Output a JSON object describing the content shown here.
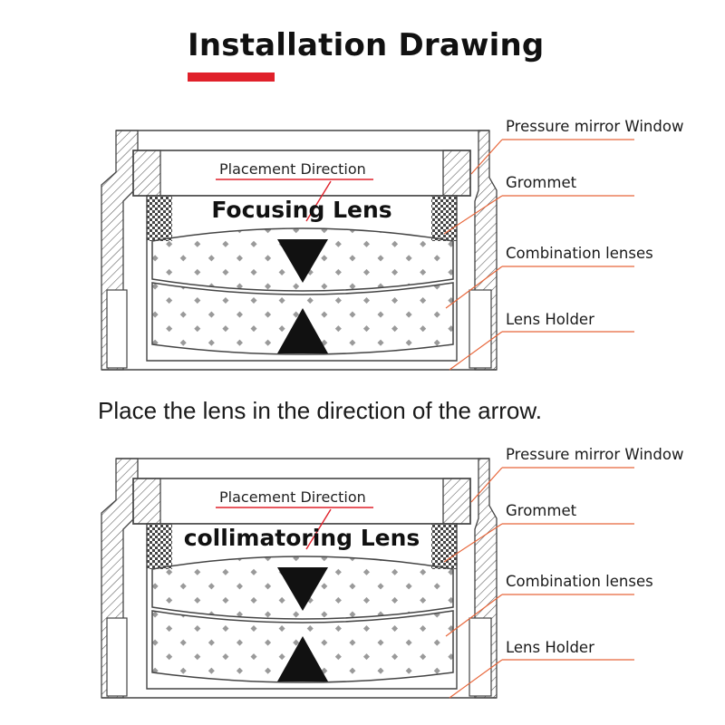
{
  "title": "Installation Drawing",
  "instruction": "Place the lens in the direction of the arrow.",
  "colors": {
    "accent": "#e0202a",
    "callout": "#e8663a",
    "outline": "#444444"
  },
  "diagrams": [
    {
      "lens_name": "Focusing Lens",
      "placement_label": "Placement Direction",
      "arrows": [
        "down",
        "up"
      ],
      "labels": [
        "Pressure mirror Window",
        "Grommet",
        "Combination lenses",
        "Lens Holder"
      ]
    },
    {
      "lens_name": "collimatoring Lens",
      "placement_label": "Placement Direction",
      "arrows": [
        "down",
        "up"
      ],
      "labels": [
        "Pressure mirror Window",
        "Grommet",
        "Combination lenses",
        "Lens Holder"
      ]
    }
  ]
}
